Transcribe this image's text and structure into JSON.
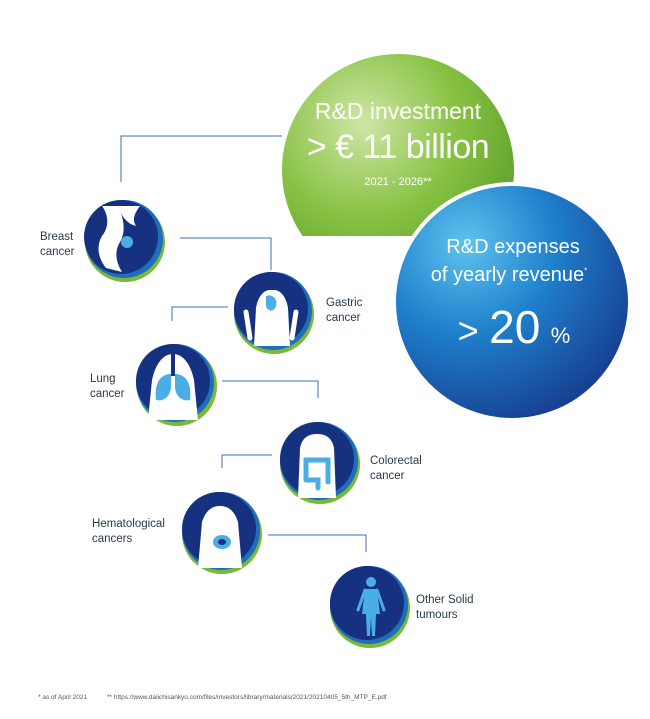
{
  "investment": {
    "title": "R&D investment",
    "value": "> € 11 billion",
    "period": "2021 - 2026**"
  },
  "expenses": {
    "line1": "R&D expenses",
    "line2": "of yearly revenue",
    "marker": "*",
    "value_prefix": ">",
    "value": "20",
    "unit": "%"
  },
  "cancers": [
    {
      "line1": "Breast",
      "line2": "cancer",
      "icon": "breast-icon"
    },
    {
      "line1": "Gastric",
      "line2": "cancer",
      "icon": "stomach-icon"
    },
    {
      "line1": "Lung",
      "line2": "cancer",
      "icon": "lungs-icon"
    },
    {
      "line1": "Colorectal",
      "line2": "cancer",
      "icon": "colon-icon"
    },
    {
      "line1": "Hematological",
      "line2": "cancers",
      "icon": "blood-icon"
    },
    {
      "line1": "Other Solid",
      "line2": "tumours",
      "icon": "human-body-icon"
    }
  ],
  "footnotes": {
    "as_of": "* as of April 2021",
    "source": "** https://www.daiichisankyo.com/files/investors/library/materials/2021/20210405_5th_MTP_E.pdf"
  },
  "colors": {
    "green": "#79b83a",
    "blue": "#1d5fae",
    "navy": "#16317f",
    "line": "#3a6fb7"
  }
}
